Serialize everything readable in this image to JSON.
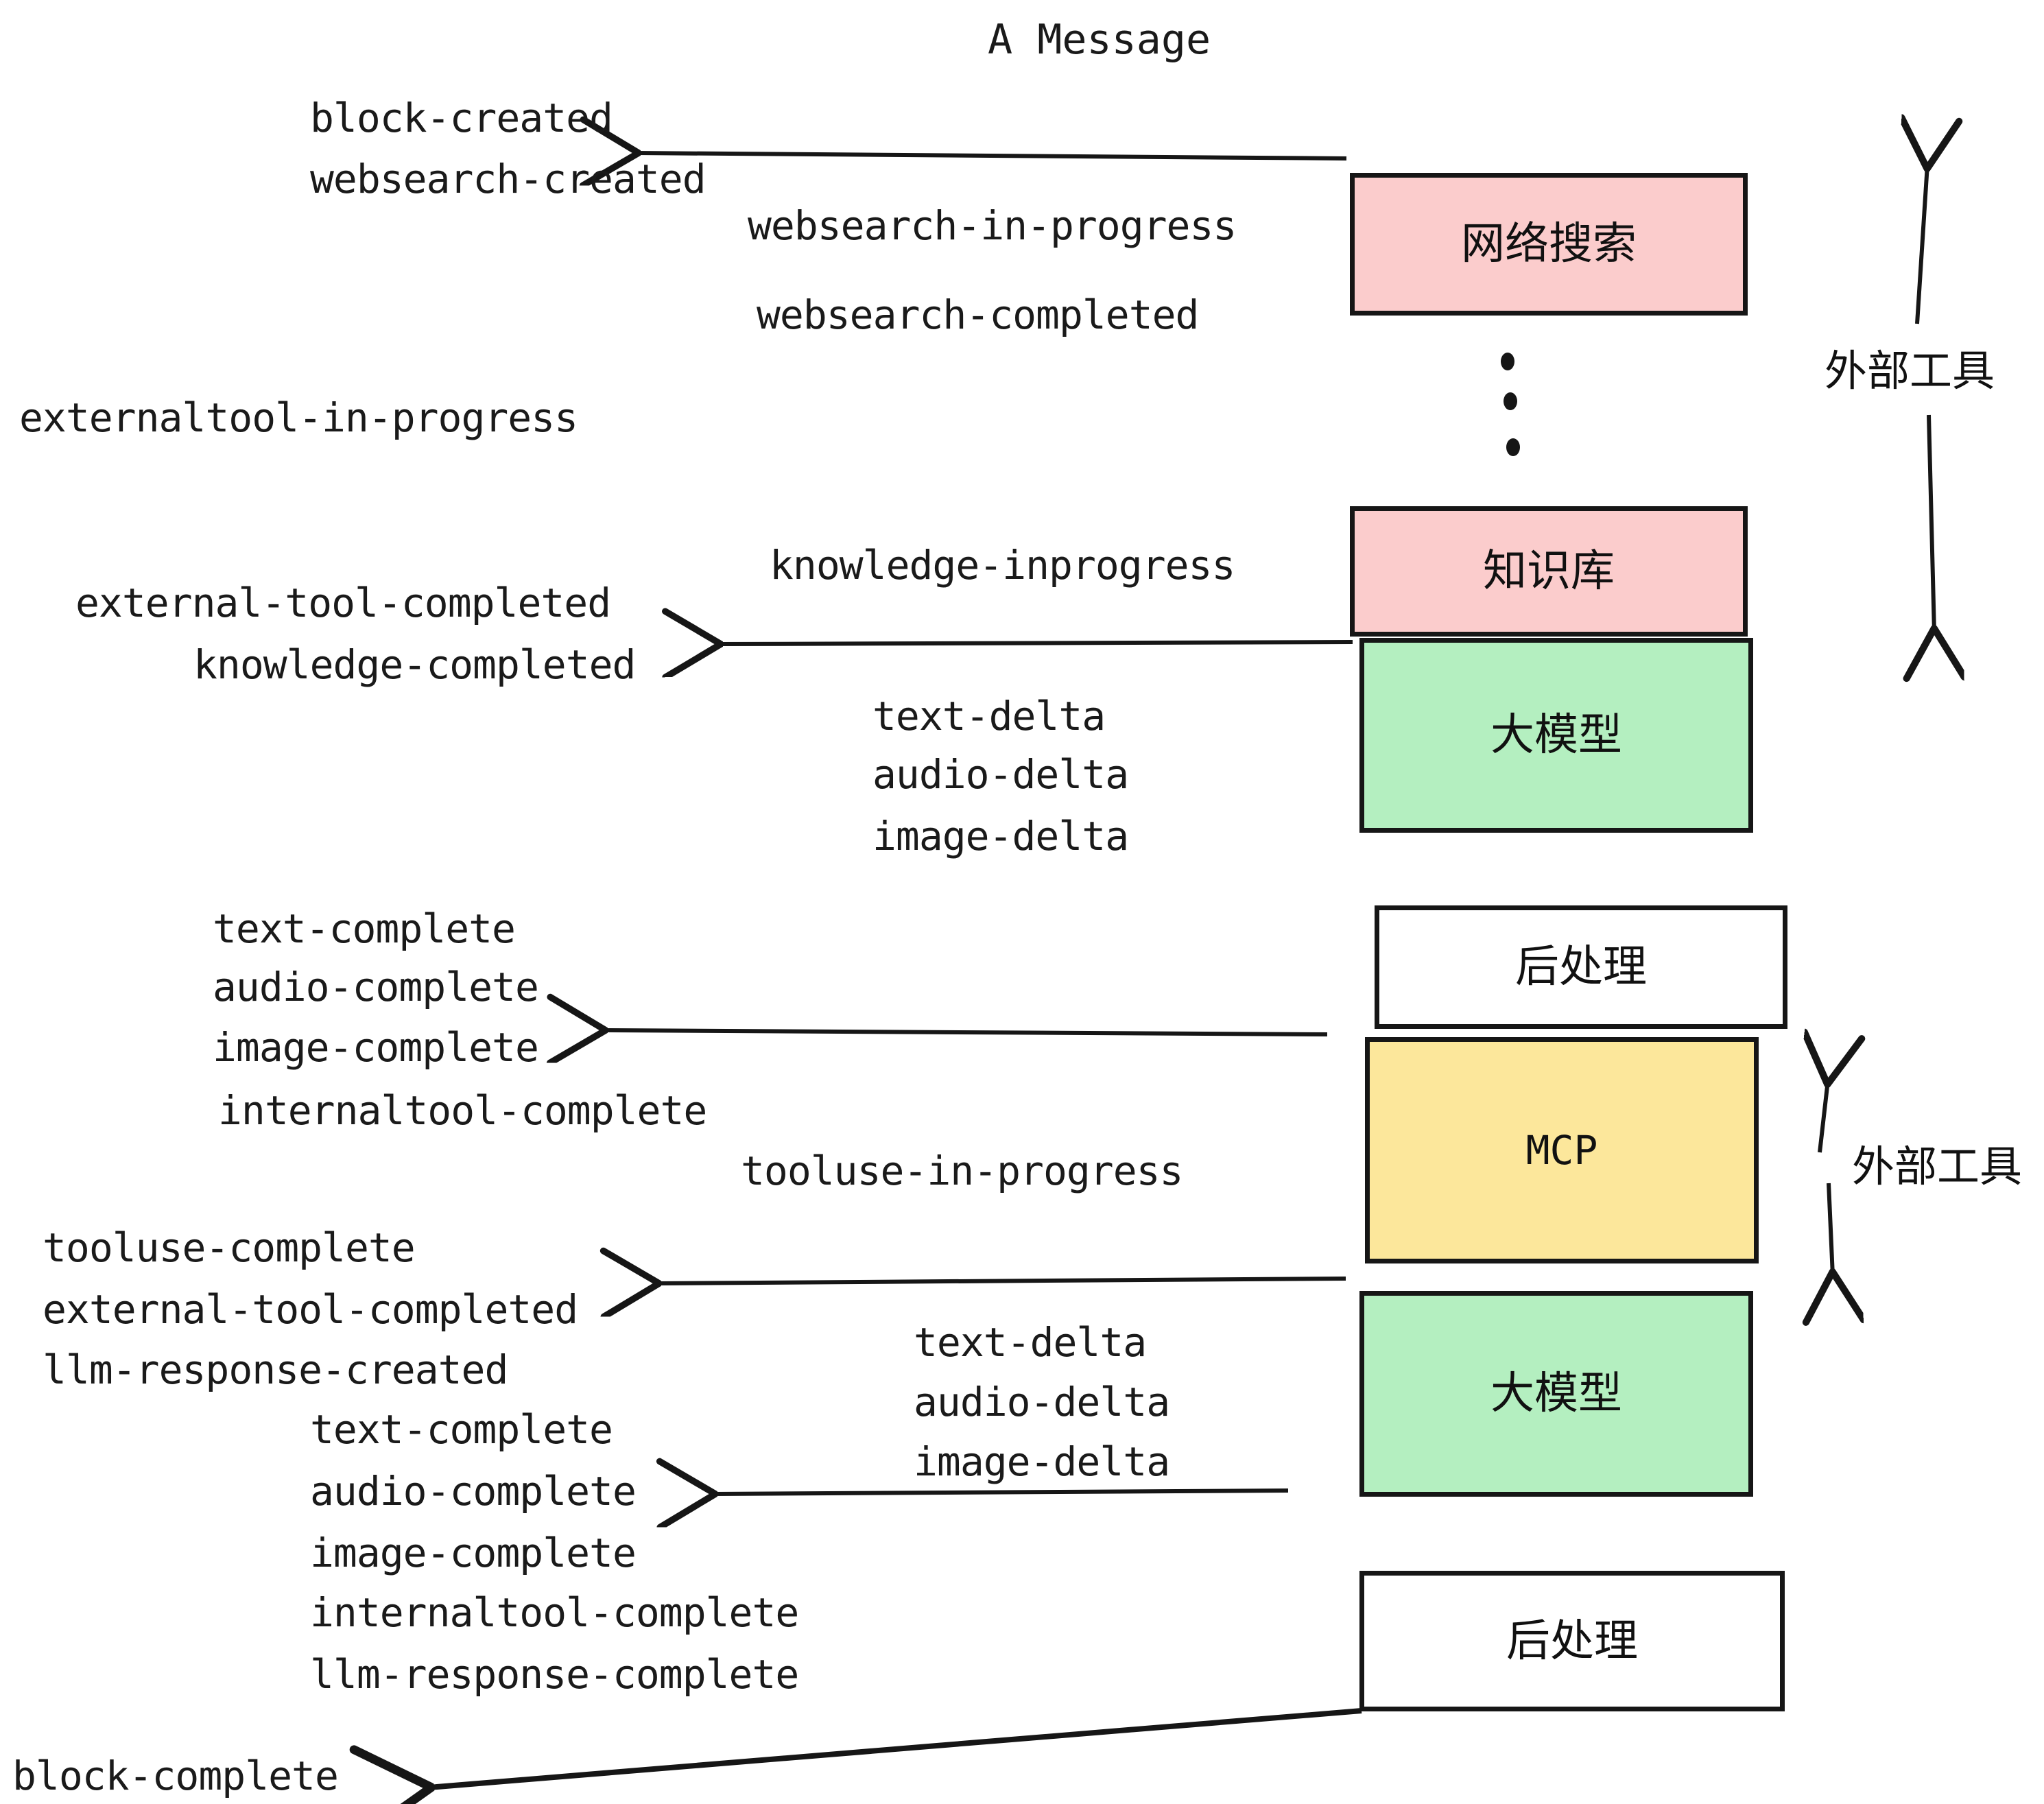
{
  "title": "A Message",
  "colors": {
    "pink": "#FBCCCC",
    "green": "#B4EFC0",
    "yellow": "#FCE79B",
    "white": "#FFFFFF",
    "stroke": "#161616",
    "text": "#1A1A1A"
  },
  "nodes": [
    {
      "label": "网络搜索",
      "fill": "pink"
    },
    {
      "label": "知识库",
      "fill": "pink"
    },
    {
      "label": "大模型",
      "fill": "green"
    },
    {
      "label": "后处理",
      "fill": "white"
    },
    {
      "label": "MCP",
      "fill": "yellow"
    },
    {
      "label": "大模型",
      "fill": "green"
    },
    {
      "label": "后处理",
      "fill": "white"
    }
  ],
  "side_labels": [
    {
      "text": "外部工具"
    },
    {
      "text": "外部工具"
    }
  ],
  "events": [
    {
      "text": "block-created"
    },
    {
      "text": "websearch-created"
    },
    {
      "text": "websearch-in-progress"
    },
    {
      "text": "websearch-completed"
    },
    {
      "text": "externaltool-in-progress"
    },
    {
      "text": "knowledge-inprogress"
    },
    {
      "text": "external-tool-completed"
    },
    {
      "text": "knowledge-completed"
    },
    {
      "text": "text-delta"
    },
    {
      "text": "audio-delta"
    },
    {
      "text": "image-delta"
    },
    {
      "text": "text-complete"
    },
    {
      "text": "audio-complete"
    },
    {
      "text": "image-complete"
    },
    {
      "text": "internaltool-complete"
    },
    {
      "text": "tooluse-in-progress"
    },
    {
      "text": "tooluse-complete"
    },
    {
      "text": "external-tool-completed"
    },
    {
      "text": "llm-response-created"
    },
    {
      "text": "text-delta"
    },
    {
      "text": "audio-delta"
    },
    {
      "text": "image-delta"
    },
    {
      "text": "text-complete"
    },
    {
      "text": "audio-complete"
    },
    {
      "text": "image-complete"
    },
    {
      "text": "internaltool-complete"
    },
    {
      "text": "llm-response-complete"
    },
    {
      "text": "block-complete"
    }
  ],
  "ellipsis_dots": 3
}
